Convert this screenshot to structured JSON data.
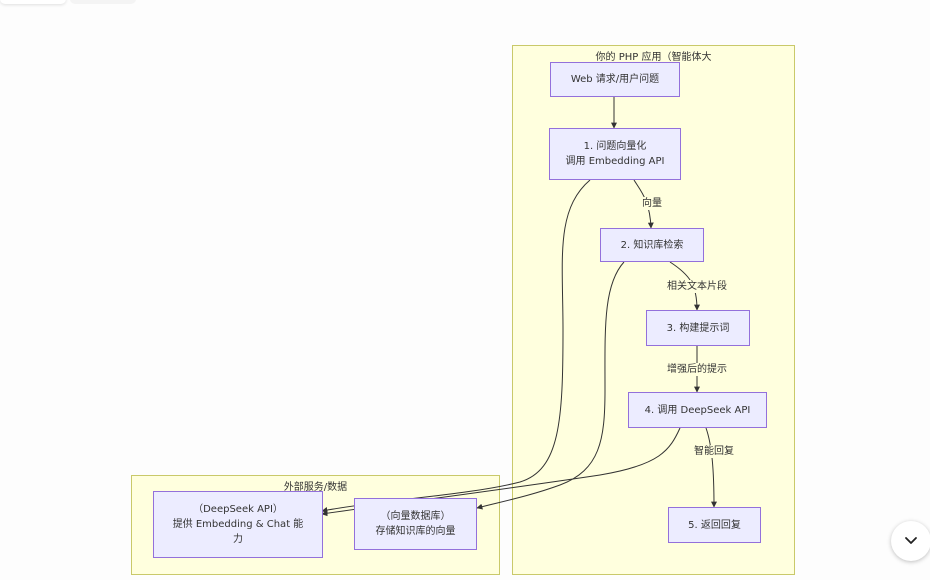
{
  "clusters": {
    "app": {
      "title": "你的 PHP 应用（智能体大"
    },
    "external": {
      "title": "外部服务/数据"
    }
  },
  "nodes": {
    "web": {
      "line1": "Web 请求/用户问题"
    },
    "vectorize": {
      "line1": "1. 问题向量化",
      "line2": "调用 Embedding API"
    },
    "search": {
      "line1": "2. 知识库检索"
    },
    "prompt": {
      "line1": "3. 构建提示词"
    },
    "deepseek_call": {
      "line1": "4. 调用 DeepSeek API"
    },
    "reply": {
      "line1": "5. 返回回复"
    },
    "deepseek_api": {
      "line1": "（DeepSeek API）",
      "line2": "提供 Embedding & Chat 能",
      "line3": "力"
    },
    "vector_db": {
      "line1": "（向量数据库）",
      "line2": "存储知识库的向量"
    }
  },
  "edge_labels": {
    "vector": "向量",
    "fragments": "相关文本片段",
    "enhanced": "增强后的提示",
    "smart_reply": "智能回复"
  },
  "colors": {
    "cluster_fill": "#ffffde",
    "cluster_border": "#c9c96a",
    "node_fill": "#ececff",
    "node_border": "#9370db",
    "edge": "#333333"
  },
  "icons": {
    "scroll_down": "chevron-down-icon"
  }
}
